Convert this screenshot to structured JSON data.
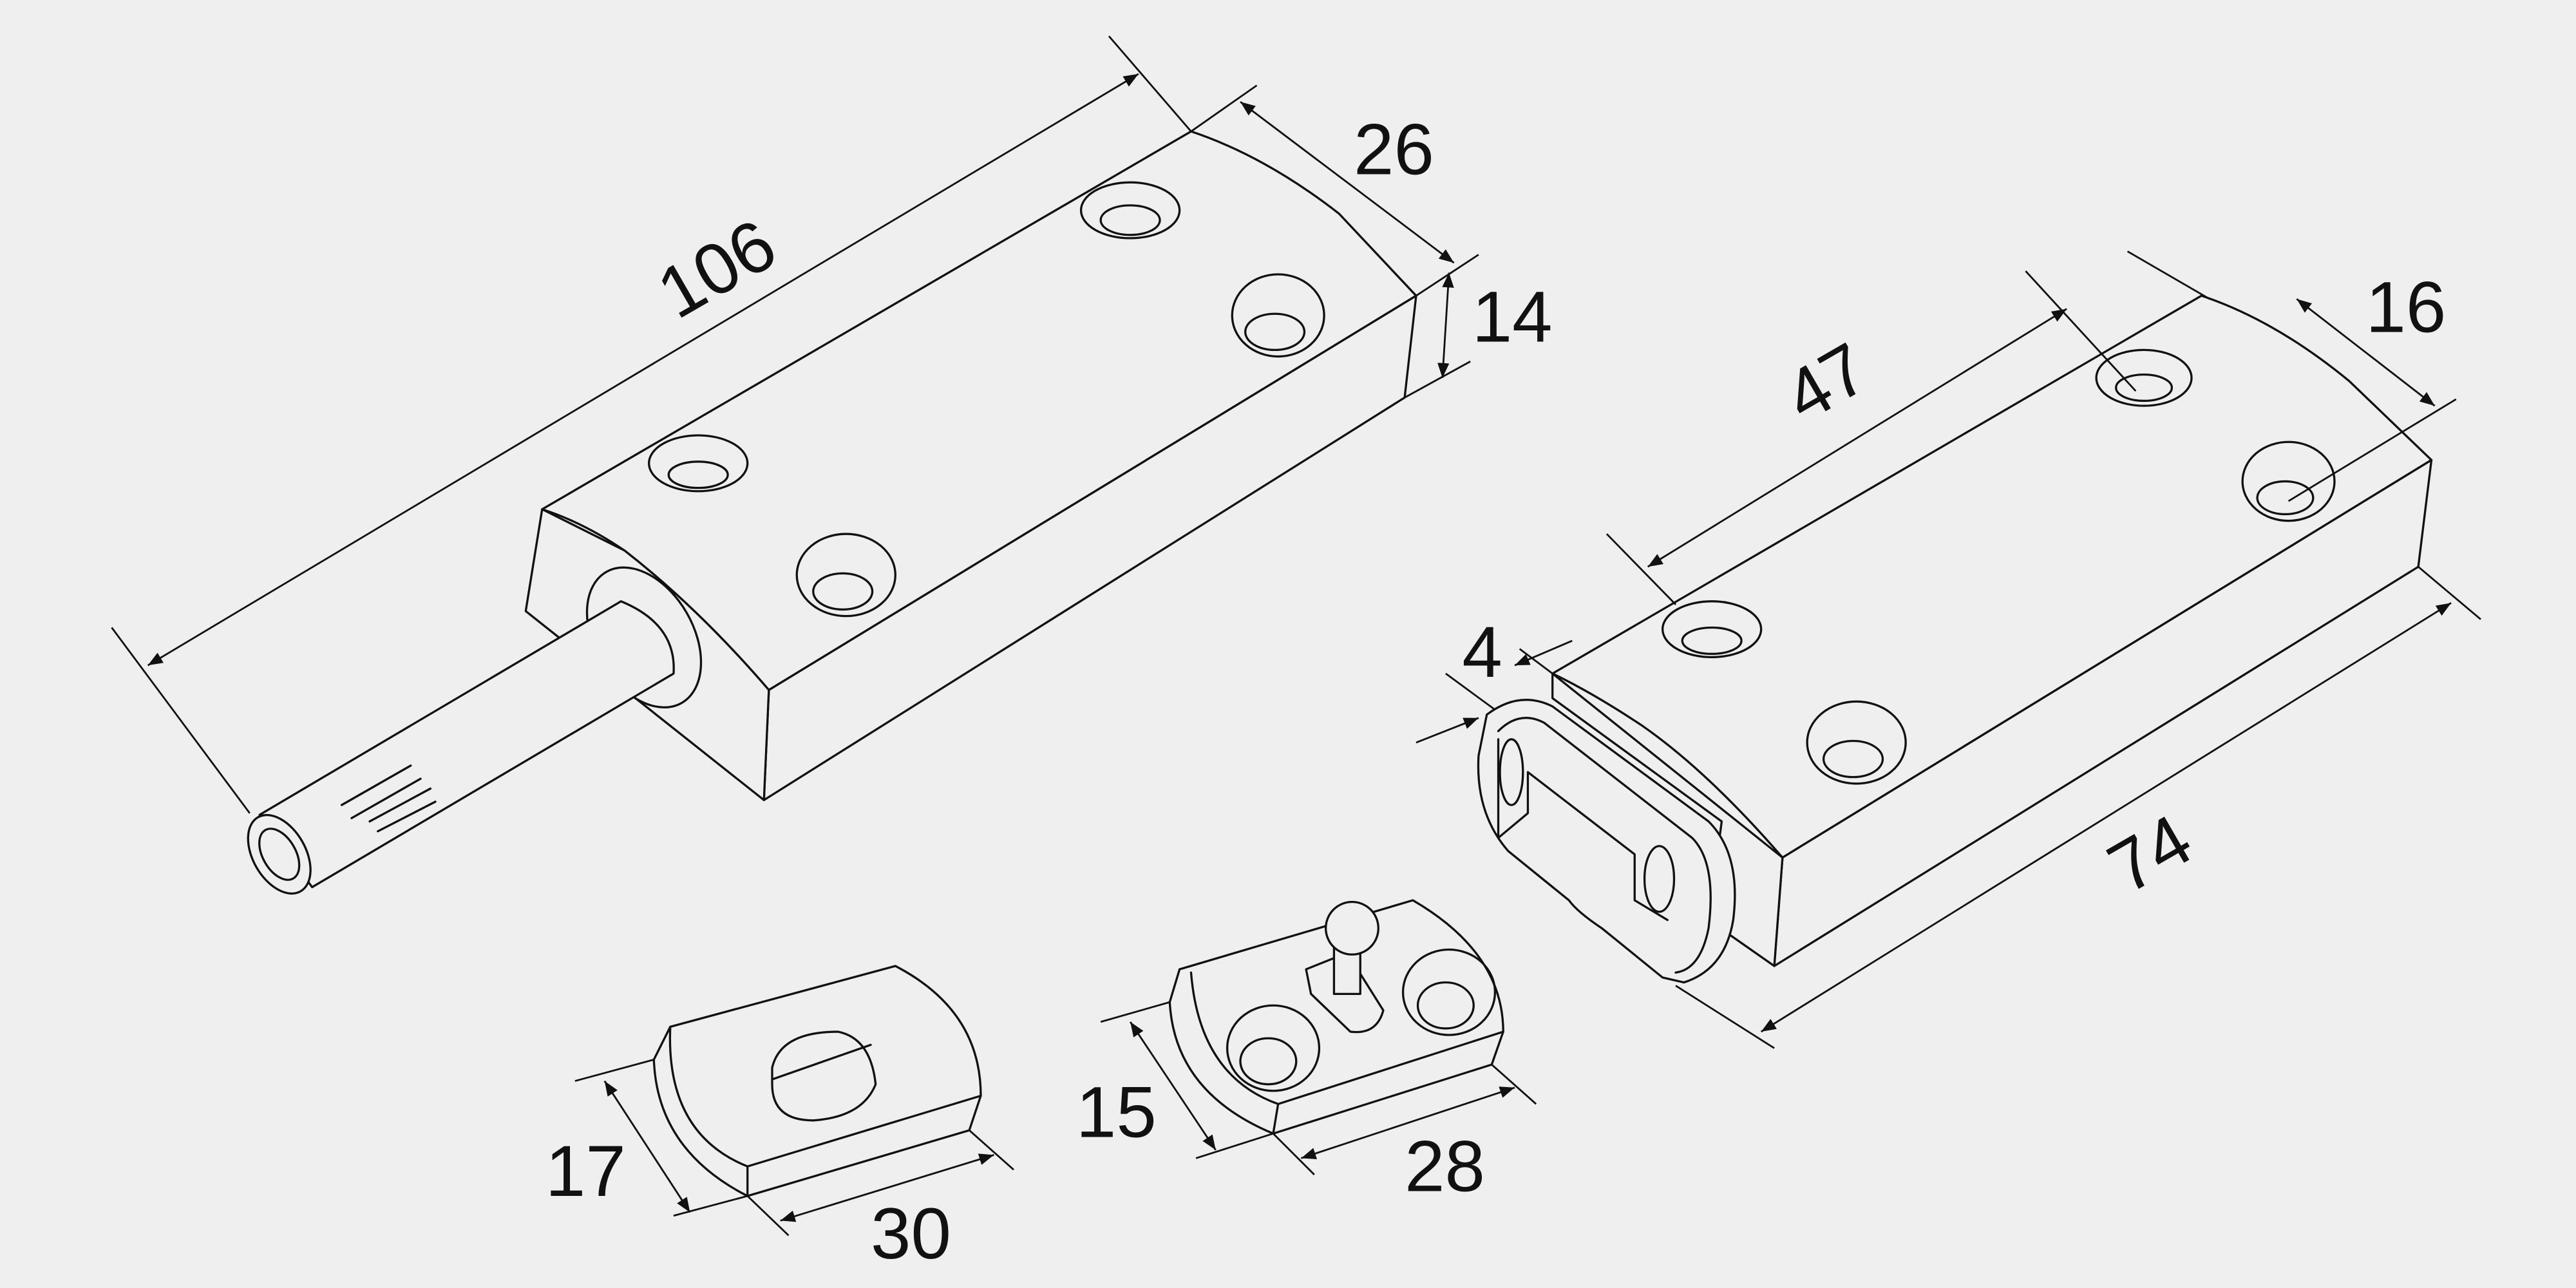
{
  "colors": {
    "background": "#efefef",
    "line": "#111111"
  },
  "damper_long": {
    "length": "106",
    "width": "26",
    "height": "14"
  },
  "damper_short": {
    "length_top": "47",
    "width": "16",
    "offset": "4",
    "length": "74"
  },
  "plate_a": {
    "depth": "17",
    "length": "30"
  },
  "plate_b": {
    "depth": "15",
    "length": "28"
  }
}
